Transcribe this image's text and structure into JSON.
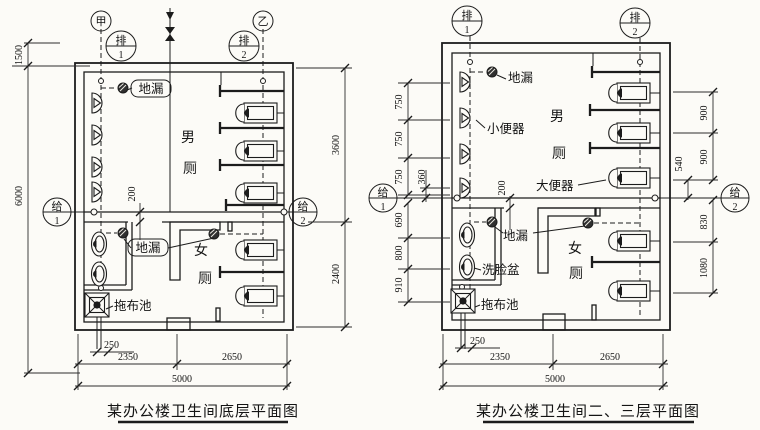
{
  "left_plan": {
    "caption": "某办公楼卫生间底层平面图",
    "grid_markers": {
      "a": "甲",
      "b": "乙"
    },
    "risers": {
      "drain1": {
        "label": "排",
        "num": "1"
      },
      "drain2": {
        "label": "排",
        "num": "2"
      },
      "supply1": {
        "label": "给",
        "num": "1"
      },
      "supply2": {
        "label": "给",
        "num": "2"
      }
    },
    "rooms": {
      "men1": "男",
      "men2": "厕",
      "women1": "女",
      "women2": "厕"
    },
    "labels": {
      "drain_men": "地漏",
      "drain_women": "地漏",
      "mop_pool": "拖布池"
    },
    "dims": {
      "v1500": "1500",
      "v6000": "6000",
      "v3600": "3600",
      "v2400": "2400",
      "v200": "200",
      "v250": "250",
      "v2350": "2350",
      "v2650": "2650",
      "v5000": "5000"
    }
  },
  "right_plan": {
    "caption": "某办公楼卫生间二、三层平面图",
    "risers": {
      "drain1": {
        "label": "排",
        "num": "1"
      },
      "drain2": {
        "label": "排",
        "num": "2"
      },
      "supply1": {
        "label": "给",
        "num": "1"
      },
      "supply2": {
        "label": "给",
        "num": "2"
      }
    },
    "rooms": {
      "men1": "男",
      "men2": "厕",
      "women1": "女",
      "women2": "厕"
    },
    "labels": {
      "drain_men": "地漏",
      "urinal": "小便器",
      "toilet": "大便器",
      "drain_women": "地漏",
      "wash_basin": "洗脸盆",
      "mop_pool": "拖布池"
    },
    "dims": {
      "left": [
        "750",
        "750",
        "750",
        "360",
        "690",
        "800",
        "910"
      ],
      "right": [
        "900",
        "900",
        "540",
        "830",
        "1080"
      ],
      "v200": "200",
      "v250": "250",
      "v2350": "2350",
      "v2650": "2650",
      "v5000": "5000"
    }
  }
}
